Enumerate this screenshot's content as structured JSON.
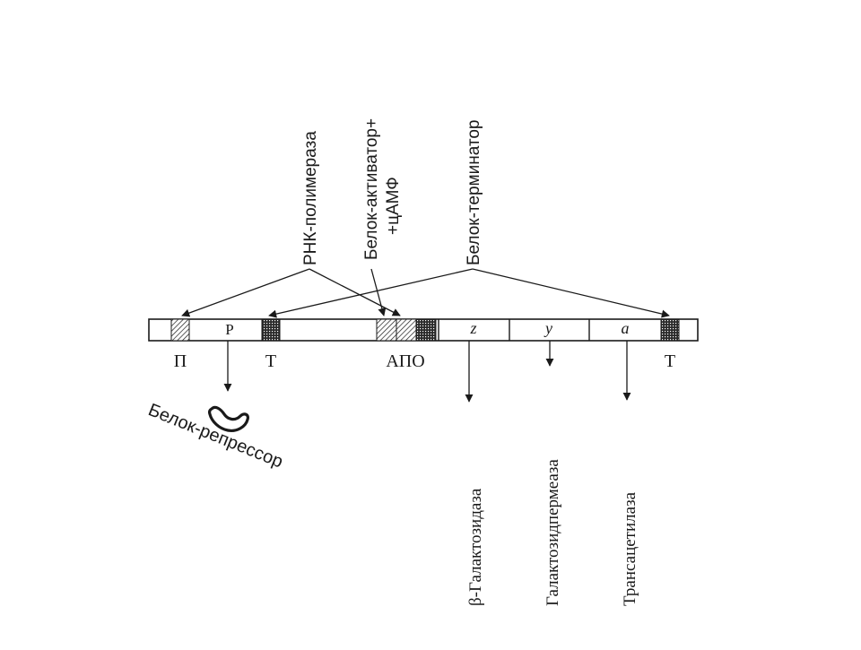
{
  "diagram": {
    "top_labels": {
      "rna_polymerase": "РНК-полимераза",
      "activator_line1": "Белок-активатор+",
      "activator_line2": "+цАМФ",
      "terminator_protein": "Белок-терминатор"
    },
    "inside_bar": {
      "p_gene": "P",
      "gene_z": "z",
      "gene_y": "y",
      "gene_a": "a"
    },
    "below_bar": {
      "promoter": "П",
      "terminator_left": "Т",
      "apo": "АПО",
      "terminator_right": "Т"
    },
    "products": {
      "repressor": "Белок-репрессор",
      "beta_galactosidase": "β-Галактозидаза",
      "permease": "Галактозидпермеаза",
      "transacetylase": "Трансацетилаза"
    },
    "colors": {
      "ink": "#1a1a1a",
      "background": "#ffffff"
    }
  }
}
